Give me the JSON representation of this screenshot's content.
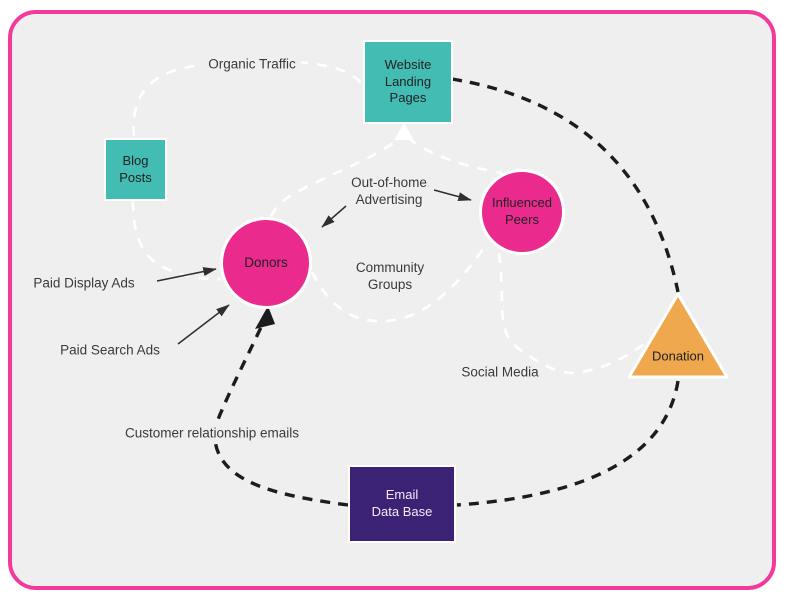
{
  "diagram": {
    "description": "Donor journey flow diagram",
    "canvas": {
      "background": "#f0eff0",
      "border_color": "#f3399a"
    },
    "palette": {
      "teal": "#43bcb3",
      "pink": "#eb2a8e",
      "orange": "#efa84e",
      "purple": "#3b2274",
      "line_black": "#1c1c1c",
      "line_white": "#ffffff",
      "label_text": "#3a3a3a"
    }
  },
  "nodes": {
    "website_landing_pages": {
      "shape": "square",
      "color": "teal",
      "lines": [
        "Website",
        "Landing",
        "Pages"
      ]
    },
    "blog_posts": {
      "shape": "square",
      "color": "teal",
      "lines": [
        "Blog",
        "Posts"
      ]
    },
    "donors": {
      "shape": "circle",
      "color": "pink",
      "lines": [
        "Donors"
      ]
    },
    "influenced_peers": {
      "shape": "circle",
      "color": "pink",
      "lines": [
        "Influenced",
        "Peers"
      ]
    },
    "donation": {
      "shape": "triangle",
      "color": "orange",
      "lines": [
        "Donation"
      ]
    },
    "email_data_base": {
      "shape": "rectangle",
      "color": "purple",
      "lines": [
        "Email",
        "Data Base"
      ]
    }
  },
  "labels": {
    "organic_traffic": "Organic Traffic",
    "out_of_home_advertising": [
      "Out-of-home",
      "Advertising"
    ],
    "community_groups": [
      "Community",
      "Groups"
    ],
    "social_media": "Social Media",
    "paid_display_ads": "Paid Display Ads",
    "paid_search_ads": "Paid Search Ads",
    "customer_relationship_emails": "Customer relationship emails"
  },
  "edges": [
    {
      "from": "blog_posts",
      "to": "website_landing_pages",
      "style": "dashed-white",
      "label": "Organic Traffic"
    },
    {
      "from": "blog_posts",
      "to": "donors",
      "style": "dashed-white"
    },
    {
      "from": "donors",
      "to": "website_landing_pages",
      "style": "dashed-white-arrow"
    },
    {
      "from": "influenced_peers",
      "to": "website_landing_pages",
      "style": "dashed-white-arrow"
    },
    {
      "from": "donors",
      "to": "influenced_peers",
      "style": "dashed-white",
      "label": "Community Groups"
    },
    {
      "from": "influenced_peers",
      "to": "donation",
      "style": "dashed-white",
      "label": "Social Media"
    },
    {
      "from": "website_landing_pages",
      "to": "donation",
      "style": "dashed-black"
    },
    {
      "from": "donation",
      "to": "email_data_base",
      "style": "dashed-black"
    },
    {
      "from": "email_data_base",
      "to": "donors",
      "style": "dashed-black-arrow",
      "label": "Customer relationship emails"
    },
    {
      "from": "paid_display_ads",
      "to": "donors",
      "style": "solid-arrow"
    },
    {
      "from": "paid_search_ads",
      "to": "donors",
      "style": "solid-arrow"
    },
    {
      "from": "out_of_home_advertising",
      "to": "donors",
      "style": "solid-arrow"
    },
    {
      "from": "out_of_home_advertising",
      "to": "influenced_peers",
      "style": "solid-arrow"
    }
  ]
}
